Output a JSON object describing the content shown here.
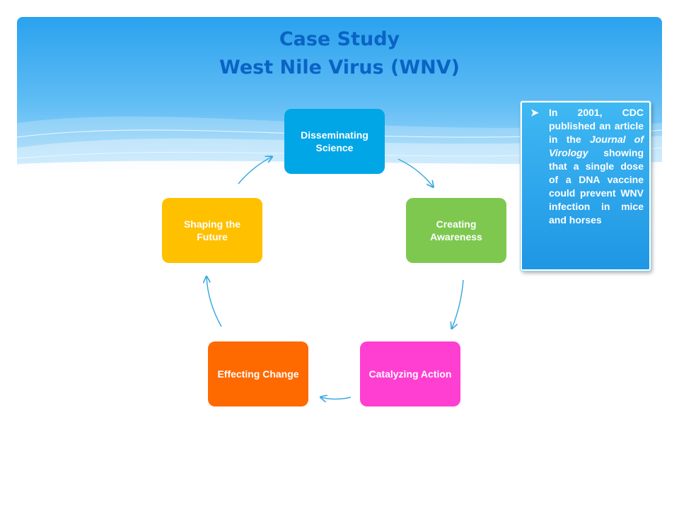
{
  "slide": {
    "title_line1": "Case Study",
    "title_line2": "West Nile Virus (WNV)"
  },
  "cycle": {
    "nodes": [
      {
        "label": "Disseminating Science",
        "color": "#00a6e6"
      },
      {
        "label": "Creating Awareness",
        "color": "#7ec850"
      },
      {
        "label": "Catalyzing Action",
        "color": "#ff3fd1"
      },
      {
        "label": "Effecting Change",
        "color": "#ff6a00"
      },
      {
        "label": "Shaping the Future",
        "color": "#ffc000"
      }
    ],
    "arrow_color": "#3ba9e0"
  },
  "callout": {
    "bullet_icon": "arrow-bullet-icon",
    "text_before": "In 2001, CDC published an article in the ",
    "journal": "Journal of Virology",
    "text_after": " showing that a single dose of a DNA vaccine could prevent WNV infection in mice and horses"
  }
}
